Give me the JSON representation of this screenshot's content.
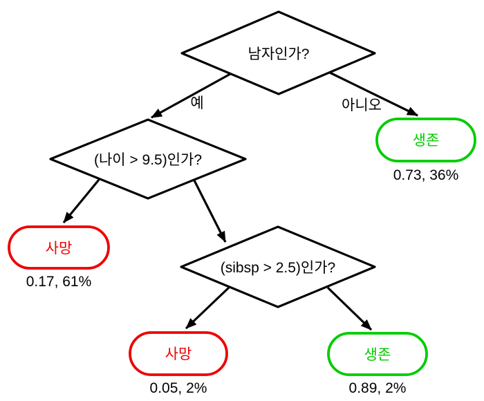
{
  "colors": {
    "line": "#000000",
    "text": "#000000",
    "green": "#00cc00",
    "red": "#ee0000",
    "background": "#ffffff"
  },
  "nodes": {
    "root_question": {
      "label": "남자인가?"
    },
    "age_question": {
      "label": "(나이 > 9.5)인가?"
    },
    "sibsp_question": {
      "label": "(sibsp > 2.5)인가?"
    },
    "leaf_survived_female": {
      "label": "생존",
      "stat": "0.73, 36%"
    },
    "leaf_died_male": {
      "label": "사망",
      "stat": "0.17, 61%"
    },
    "leaf_died_sibsp": {
      "label": "사망",
      "stat": "0.05, 2%"
    },
    "leaf_survived_child": {
      "label": "생존",
      "stat": "0.89, 2%"
    }
  },
  "edge_labels": {
    "yes": "예",
    "no": "아니오"
  }
}
